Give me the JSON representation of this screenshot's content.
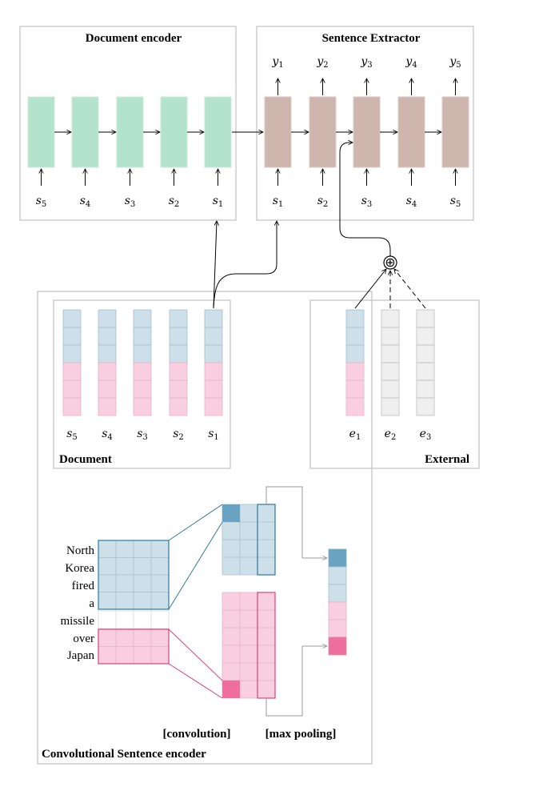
{
  "document_encoder": {
    "title": "Document encoder",
    "inputs": [
      {
        "base": "s",
        "sub": "5"
      },
      {
        "base": "s",
        "sub": "4"
      },
      {
        "base": "s",
        "sub": "3"
      },
      {
        "base": "s",
        "sub": "2"
      },
      {
        "base": "s",
        "sub": "1"
      }
    ]
  },
  "sentence_extractor": {
    "title": "Sentence Extractor",
    "outputs": [
      {
        "base": "y",
        "sub": "1"
      },
      {
        "base": "y",
        "sub": "2"
      },
      {
        "base": "y",
        "sub": "3"
      },
      {
        "base": "y",
        "sub": "4"
      },
      {
        "base": "y",
        "sub": "5"
      }
    ],
    "inputs": [
      {
        "base": "s",
        "sub": "1"
      },
      {
        "base": "s",
        "sub": "2"
      },
      {
        "base": "s",
        "sub": "3"
      },
      {
        "base": "s",
        "sub": "4"
      },
      {
        "base": "s",
        "sub": "5"
      }
    ]
  },
  "document_panel": {
    "title": "Document",
    "labels": [
      {
        "base": "s",
        "sub": "5"
      },
      {
        "base": "s",
        "sub": "4"
      },
      {
        "base": "s",
        "sub": "3"
      },
      {
        "base": "s",
        "sub": "2"
      },
      {
        "base": "s",
        "sub": "1"
      }
    ]
  },
  "external_panel": {
    "title": "External",
    "labels": [
      {
        "base": "e",
        "sub": "1"
      },
      {
        "base": "e",
        "sub": "2"
      },
      {
        "base": "e",
        "sub": "3"
      }
    ]
  },
  "combine_symbol": "⊕",
  "conv_encoder": {
    "title": "Convolutional Sentence encoder",
    "words": [
      "North",
      "Korea",
      "fired",
      "a",
      "missile",
      "over",
      "Japan"
    ],
    "conv_label": "[convolution]",
    "pool_label": "[max pooling]"
  },
  "colors": {
    "encoder_cell": "#b3e2cd",
    "extractor_cell": "#ceb5ae",
    "blue_fill": "#cde0ea",
    "blue_stroke": "#2a7a9c",
    "blue_dark": "#6aa3c2",
    "pink_fill": "#f9cfdf",
    "pink_stroke": "#d9427e",
    "pink_dark": "#ee6e9c",
    "grey_fill": "#efefef",
    "panel_border": "#b3b3b3"
  }
}
